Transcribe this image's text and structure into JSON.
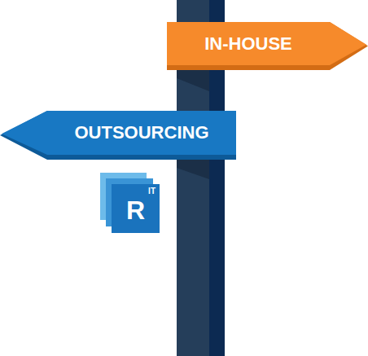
{
  "diagram": {
    "nodes": [
      {
        "text": [
          "IN-HOUSE"
        ]
      },
      {
        "text": [
          "OUTSOURCING"
        ]
      },
      {
        "text": [
          "R",
          "IT"
        ]
      }
    ]
  }
}
